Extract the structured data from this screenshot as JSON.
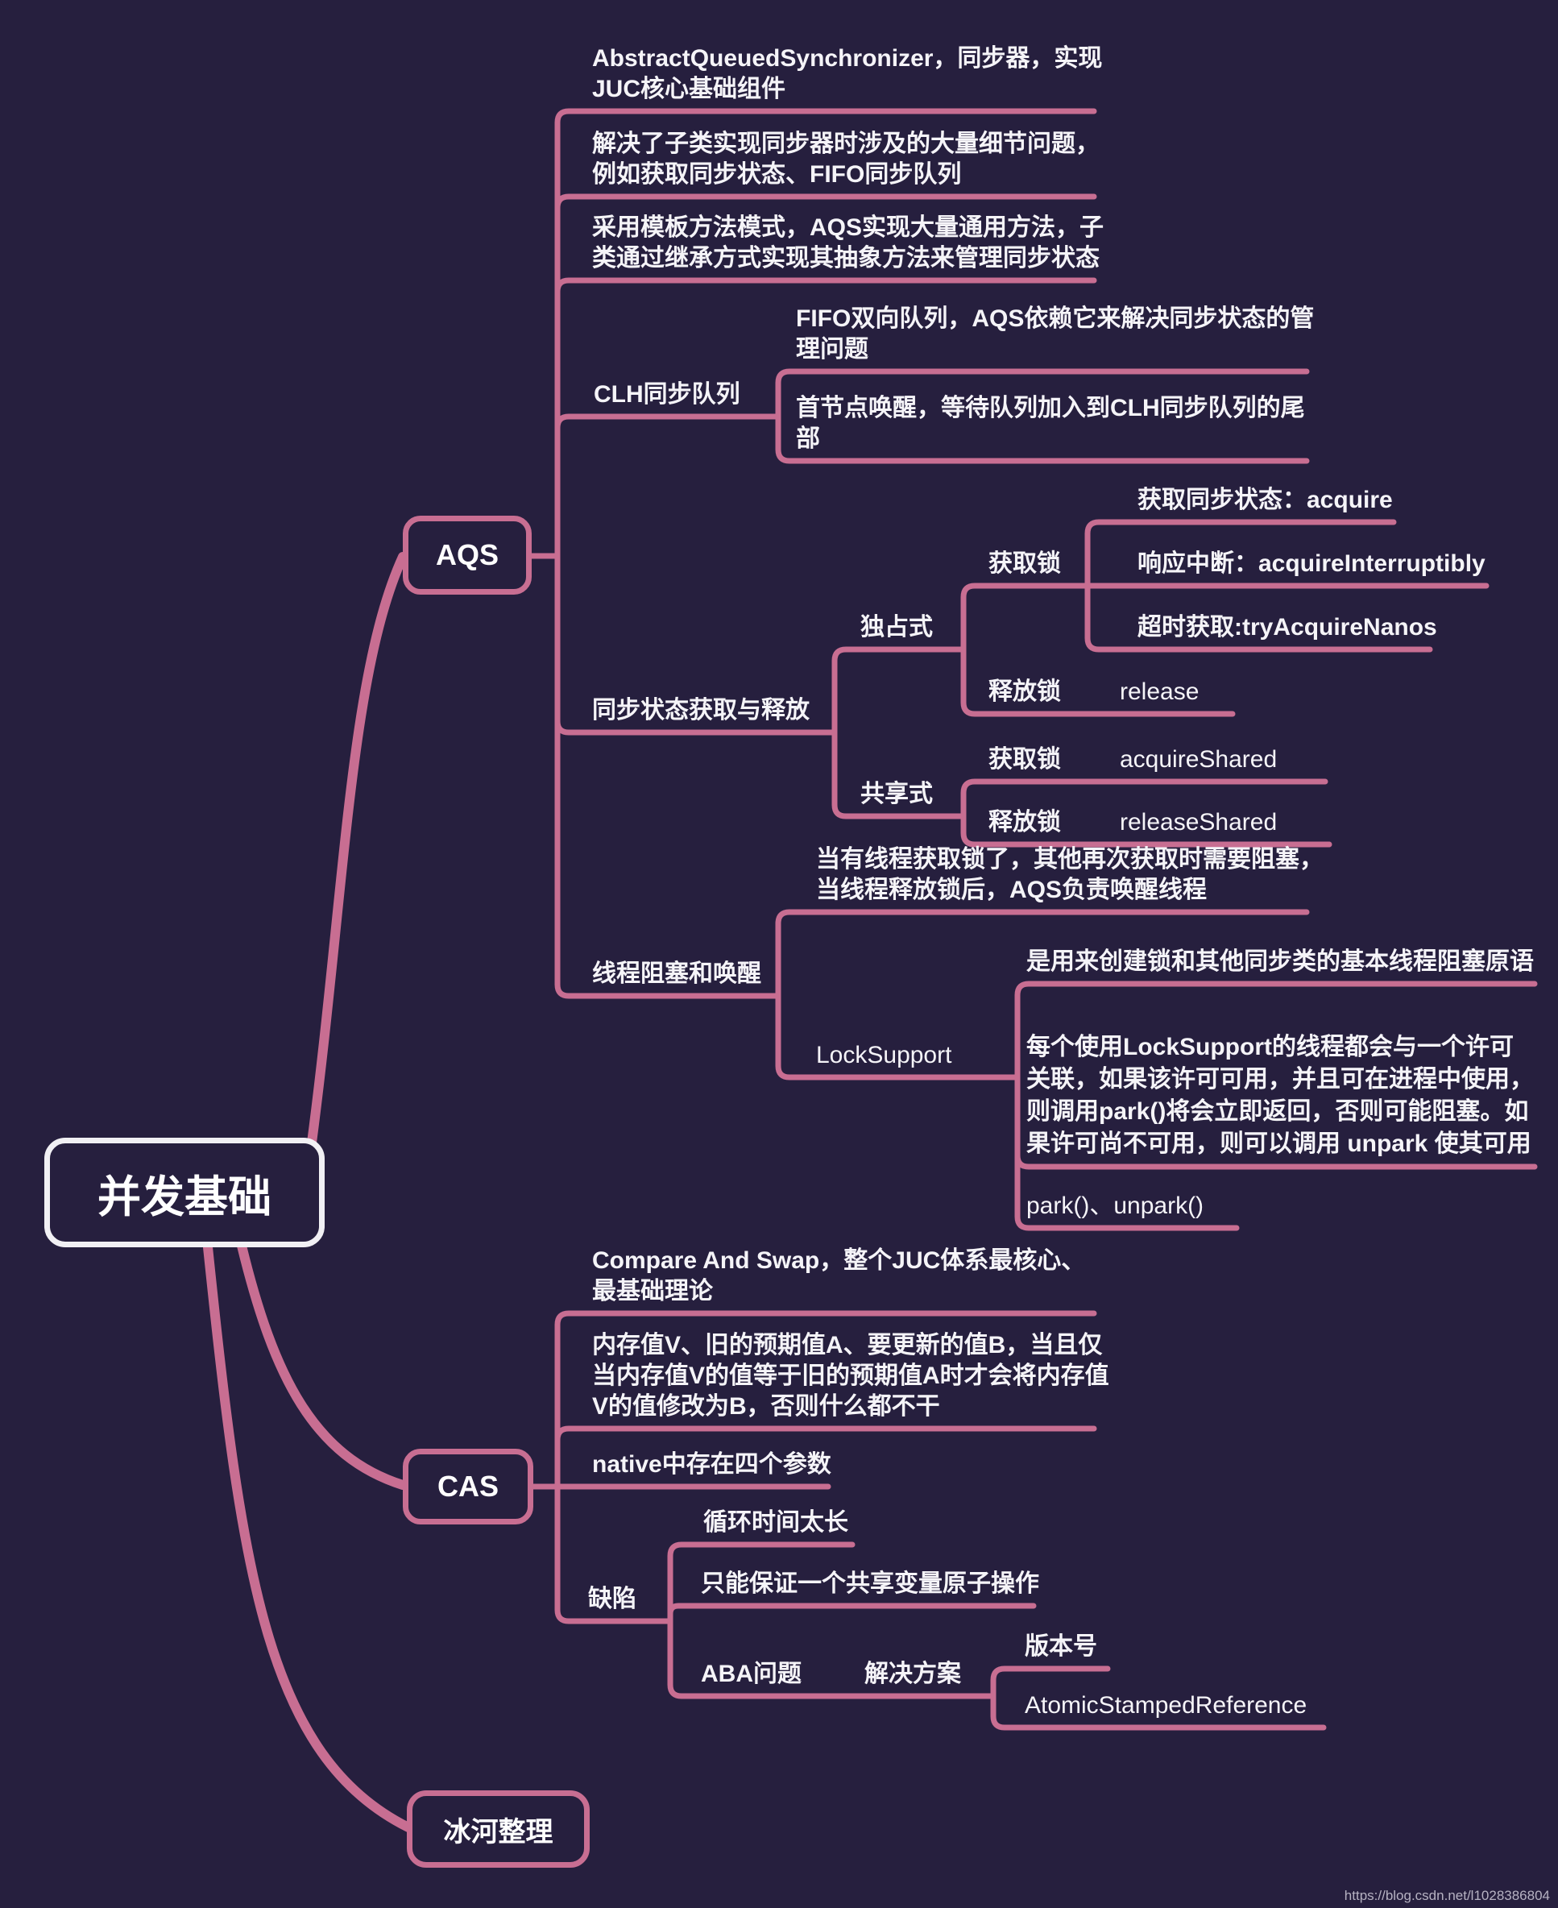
{
  "root": {
    "label": "并发基础"
  },
  "aqs": {
    "label": "AQS",
    "c1": "AbstractQueuedSynchronizer，同步器，实现JUC核心基础组件",
    "c2": "解决了子类实现同步器时涉及的大量细节问题，例如获取同步状态、FIFO同步队列",
    "c3": "采用模板方法模式，AQS实现大量通用方法，子类通过继承方式实现其抽象方法来管理同步状态",
    "clh": {
      "label": "CLH同步队列",
      "c1": "FIFO双向队列，AQS依赖它来解决同步状态的管理问题",
      "c2": "首节点唤醒，等待队列加入到CLH同步队列的尾部"
    },
    "sync": {
      "label": "同步状态获取与释放",
      "exclusive": {
        "label": "独占式",
        "acquire_lock": {
          "label": "获取锁",
          "m1": "获取同步状态：acquire",
          "m2": "响应中断：acquireInterruptibly",
          "m3": "超时获取:tryAcquireNanos"
        },
        "release_lock": {
          "label": "释放锁",
          "m1": "release"
        }
      },
      "shared": {
        "label": "共享式",
        "acquire_lock": {
          "label": "获取锁",
          "m1": "acquireShared"
        },
        "release_lock": {
          "label": "释放锁",
          "m1": "releaseShared"
        }
      }
    },
    "block": {
      "label": "线程阻塞和唤醒",
      "c1": "当有线程获取锁了，其他再次获取时需要阻塞，当线程释放锁后，AQS负责唤醒线程",
      "locksupport": {
        "label": "LockSupport",
        "c1": "是用来创建锁和其他同步类的基本线程阻塞原语",
        "c2": "每个使用LockSupport的线程都会与一个许可关联，如果该许可可用，并且可在进程中使用，则调用park()将会立即返回，否则可能阻塞。如果许可尚不可用，则可以调用 unpark 使其可用",
        "c3": "park()、unpark()"
      }
    }
  },
  "cas": {
    "label": "CAS",
    "c1": "Compare And Swap，整个JUC体系最核心、最基础理论",
    "c2": "内存值V、旧的预期值A、要更新的值B，当且仅当内存值V的值等于旧的预期值A时才会将内存值V的值修改为B，否则什么都不干",
    "c3": "native中存在四个参数",
    "defect": {
      "label": "缺陷",
      "c1": "循环时间太长",
      "c2": "只能保证一个共享变量原子操作",
      "aba": {
        "label": "ABA问题",
        "solution": {
          "label": "解决方案",
          "c1": "版本号",
          "c2": "AtomicStampedReference"
        }
      }
    }
  },
  "binghe": {
    "label": "冰河整理"
  },
  "watermark": "https://blog.csdn.net/l1028386804",
  "colors": {
    "background": "#261f3e",
    "branch": "#c86e92",
    "text": "#f5f4f8",
    "root_border": "#f1f0f4"
  }
}
